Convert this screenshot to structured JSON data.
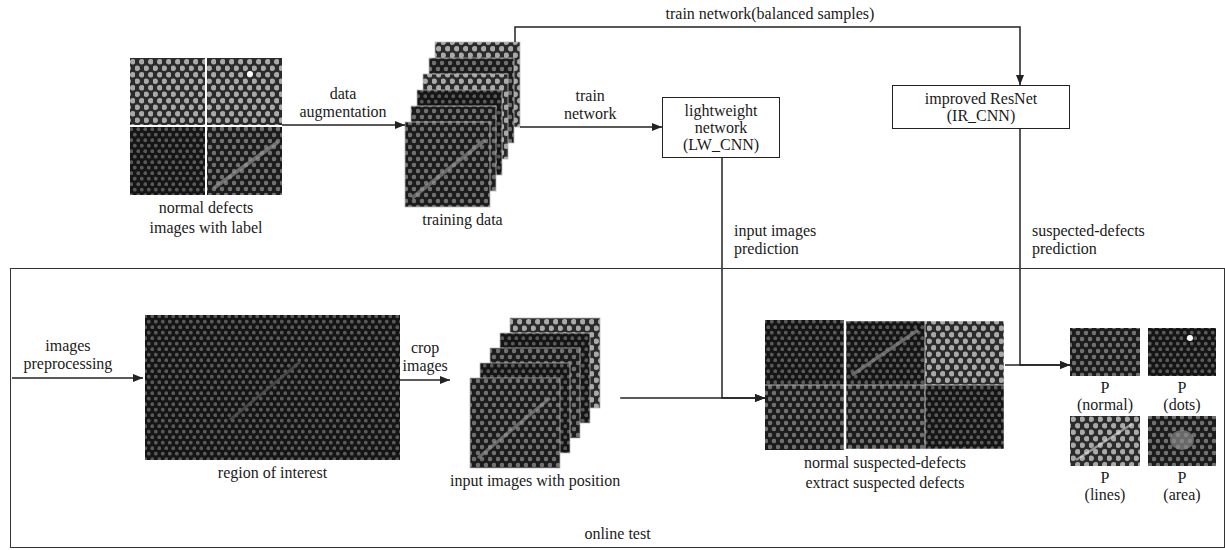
{
  "diagram": {
    "nodes": [
      {
        "text": [
          "normal defects",
          "images with label"
        ]
      },
      {
        "text": [
          "training data"
        ]
      },
      {
        "text": [
          "lightweight network (LW_CNN)"
        ]
      },
      {
        "text": [
          "improved ResNet (IR_CNN)"
        ]
      },
      {
        "text": [
          "online test"
        ]
      },
      {
        "text": [
          "region of interest"
        ],
        "in": 4
      },
      {
        "text": [
          "input images with position"
        ],
        "in": 4
      },
      {
        "text": [
          "normal suspected-defects",
          "extract suspected defects"
        ],
        "in": 4
      },
      {
        "text": [
          "P (normal)"
        ],
        "in": 4
      },
      {
        "text": [
          "P (dots)"
        ],
        "in": 4
      },
      {
        "text": [
          "P (lines)"
        ],
        "in": 4
      },
      {
        "text": [
          "P (area)"
        ],
        "in": 4
      }
    ],
    "edges": [
      {
        "from": 0,
        "to": 1,
        "arrow": "to",
        "label": "data augmentation"
      },
      {
        "from": 1,
        "to": 2,
        "arrow": "to",
        "label": "train network"
      },
      {
        "from": 1,
        "to": 3,
        "arrow": "to",
        "label": "train network(balanced samples)"
      },
      {
        "from": 2,
        "to": 7,
        "arrow": "to",
        "label": "input images prediction"
      },
      {
        "from": 3,
        "to": 8,
        "arrow": "to",
        "label": "suspected-defects prediction"
      },
      {
        "from": 5,
        "to": 6,
        "arrow": "to",
        "label": "crop images"
      },
      {
        "from": 6,
        "to": 7,
        "arrow": "to"
      },
      {
        "from": 7,
        "to": 8,
        "arrow": "to"
      }
    ],
    "labels": [
      "images preprocessing"
    ]
  }
}
